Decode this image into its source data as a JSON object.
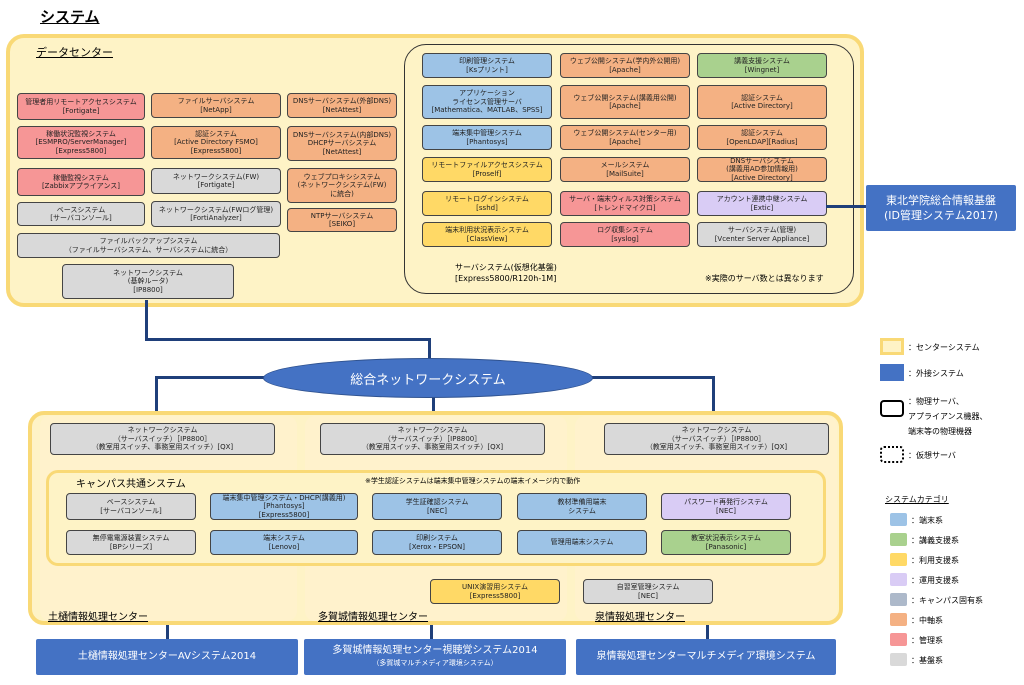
{
  "title": "システム",
  "datacenter": {
    "label": "データセンター",
    "boxes": [
      {
        "id": "r1",
        "lines": [
          "管理者用リモートアクセスシステム",
          "[Fortigate]"
        ]
      },
      {
        "id": "r2",
        "lines": [
          "稼働状況監視システム",
          "[ESMPRO/ServerManager]",
          "[Express5800]"
        ]
      },
      {
        "id": "r3",
        "lines": [
          "稼働監視システム",
          "[Zabbixアプライアンス]"
        ]
      },
      {
        "id": "g1",
        "lines": [
          "ベースシステム",
          "[サーバコンソール]"
        ]
      },
      {
        "id": "g2",
        "lines": [
          "ファイルバックアップシステム",
          "（ファイルサーバシステム、サーバシステムに統合）"
        ]
      },
      {
        "id": "o1",
        "lines": [
          "ファイルサーバシステム",
          "[NetApp]"
        ]
      },
      {
        "id": "o2",
        "lines": [
          "認証システム",
          "[Active Directory FSMO]",
          "[Express5800]"
        ]
      },
      {
        "id": "g3",
        "lines": [
          "ネットワークシステム(FW)",
          "[Fortigate]"
        ]
      },
      {
        "id": "g4",
        "lines": [
          "ネットワークシステム(FWログ管理)",
          "[FortiAnalyzer]"
        ]
      },
      {
        "id": "o3",
        "lines": [
          "DNSサーバシステム(外部DNS)",
          "[NetAttest]"
        ]
      },
      {
        "id": "o4",
        "lines": [
          "DNSサーバシステム(内部DNS)",
          "DHCPサーバシステム",
          "[NetAttest]"
        ]
      },
      {
        "id": "o5",
        "lines": [
          "ウェブプロキシシステム",
          "(ネットワークシステム(FW)",
          "に統合)"
        ]
      },
      {
        "id": "o6",
        "lines": [
          "NTPサーバシステム",
          "[SEIKO]"
        ]
      },
      {
        "id": "g5",
        "lines": [
          "ネットワークシステム",
          "(基幹ルータ)",
          "[IP8800]"
        ]
      }
    ],
    "virtual": {
      "col1": [
        {
          "cls": "blue",
          "lines": [
            "印刷管理システム",
            "[Ksプリント]"
          ]
        },
        {
          "cls": "blue",
          "lines": [
            "アプリケーション",
            "ライセンス管理サーバ",
            "[Mathematica、MATLAB、SPSS]"
          ]
        },
        {
          "cls": "blue",
          "lines": [
            "端末集中管理システム",
            "[Phantosys]"
          ]
        },
        {
          "cls": "yellow",
          "lines": [
            "リモートファイルアクセスシステム",
            "[Proself]"
          ]
        },
        {
          "cls": "yellow",
          "lines": [
            "リモートログインシステム",
            "[sshd]"
          ]
        },
        {
          "cls": "yellow",
          "lines": [
            "端末利用状況表示システム",
            "[ClassView]"
          ]
        }
      ],
      "col2": [
        {
          "cls": "orange",
          "lines": [
            "ウェブ公開システム(学内外公開用)",
            "[Apache]"
          ]
        },
        {
          "cls": "orange",
          "lines": [
            "ウェブ公開システム(講義用公開)",
            "[Apache]"
          ]
        },
        {
          "cls": "orange",
          "lines": [
            "ウェブ公開システム(センター用)",
            "[Apache]"
          ]
        },
        {
          "cls": "orange",
          "lines": [
            "メールシステム",
            "[MailSuite]"
          ]
        },
        {
          "cls": "red",
          "lines": [
            "サーバ・端末ウィルス対策システム",
            "[トレンドマイクロ]"
          ]
        },
        {
          "cls": "red",
          "lines": [
            "ログ収集システム",
            "[syslog]"
          ]
        }
      ],
      "col3": [
        {
          "cls": "green",
          "lines": [
            "講義支援システム",
            "[Wingnet]"
          ]
        },
        {
          "cls": "orange",
          "lines": [
            "認証システム",
            "[Active Directory]"
          ]
        },
        {
          "cls": "orange",
          "lines": [
            "認証システム",
            "[OpenLDAP][Radius]"
          ]
        },
        {
          "cls": "orange",
          "lines": [
            "DNSサーバシステム",
            "(講義用AD参加情報用)",
            "[Active Directory]"
          ]
        },
        {
          "cls": "purple",
          "lines": [
            "アカウント連携中継システム",
            "[Extic]"
          ]
        },
        {
          "cls": "gray",
          "lines": [
            "サーバシステム(管理)",
            "[Vcenter Server Appliance]"
          ]
        }
      ],
      "server_label": "サーバシステム(仮想化基盤)",
      "server_model": "[Express5800/R120h-1M]",
      "note": "※実際のサーバ数とは異なります"
    }
  },
  "tohoku": {
    "line1": "東北学院総合情報基盤",
    "line2": "(ID管理システム2017)"
  },
  "sogo": "総合ネットワークシステム",
  "campus": {
    "switches": [
      {
        "lines": [
          "ネットワークシステム",
          "（サーバスイッチ）［IP8800］",
          "（教室用スイッチ、事務室用スイッチ）[QX]"
        ]
      },
      {
        "lines": [
          "ネットワークシステム",
          "（サーバスイッチ）［IP8800］",
          "（教室用スイッチ、事務室用スイッチ）[QX]"
        ]
      },
      {
        "lines": [
          "ネットワークシステム",
          "（サーバスイッチ）［IP8800］",
          "（教室用スイッチ、事務室用スイッチ）[QX]"
        ]
      }
    ],
    "common_label": "キャンパス共通システム",
    "common_note": "※学生認証システムは端末集中管理システムの端末イメージ内で動作",
    "common_boxes": [
      {
        "cls": "gray",
        "lines": [
          "ベースシステム",
          "[サーバコンソール]"
        ]
      },
      {
        "cls": "blue",
        "lines": [
          "端末集中管理システム・DHCP(講義用)",
          "[Phantosys]",
          "[Express5800]"
        ]
      },
      {
        "cls": "blue",
        "lines": [
          "学生証確認システム",
          "[NEC]"
        ]
      },
      {
        "cls": "blue",
        "lines": [
          "教材準備用端末",
          "システム"
        ]
      },
      {
        "cls": "purple",
        "lines": [
          "パスワード再発行システム",
          "[NEC]"
        ]
      },
      {
        "cls": "gray",
        "lines": [
          "無停電電源装置システム",
          "[BPシリーズ]"
        ]
      },
      {
        "cls": "blue",
        "lines": [
          "端末システム",
          "[Lenovo]"
        ]
      },
      {
        "cls": "blue",
        "lines": [
          "印刷システム",
          "[Xerox・EPSON]"
        ]
      },
      {
        "cls": "blue",
        "lines": [
          "管理用端末システム"
        ]
      },
      {
        "cls": "green",
        "lines": [
          "教室状況表示システム",
          "[Panasonic]"
        ]
      }
    ],
    "unix": [
      "UNIX演習用システム",
      "[Express5800]"
    ],
    "jishu": [
      "自習室管理システム",
      "[NEC]"
    ],
    "centers": [
      "土樋情報処理センター",
      "多賀城情報処理センター",
      "泉情報処理センター"
    ],
    "av": [
      {
        "line1": "土樋情報処理センターAVシステム2014",
        "line2": ""
      },
      {
        "line1": "多賀城情報処理センター視聴覚システム2014",
        "line2": "（多賀城マルチメディア環境システム）"
      },
      {
        "line1": "泉情報処理センターマルチメディア環境システム",
        "line2": ""
      }
    ]
  },
  "legend": {
    "center": "：センターシステム",
    "external": "：外接システム",
    "physical": [
      "：物理サーバ、",
      "アプライアンス機器、",
      "端末等の物理機器"
    ],
    "virtual": "：仮想サーバ",
    "cat_title": "システムカテゴリ",
    "cats": [
      {
        "color": "#9dc3e6",
        "label": "：端末系"
      },
      {
        "color": "#a9d18e",
        "label": "：講義支援系"
      },
      {
        "color": "#ffd966",
        "label": "：利用支援系"
      },
      {
        "color": "#d9ccf5",
        "label": "：運用支援系"
      },
      {
        "color": "#adb9ca",
        "label": "：キャンパス固有系"
      },
      {
        "color": "#f4b183",
        "label": "：中軸系"
      },
      {
        "color": "#f69696",
        "label": "：管理系"
      },
      {
        "color": "#d9d9d9",
        "label": "：基盤系"
      }
    ]
  }
}
